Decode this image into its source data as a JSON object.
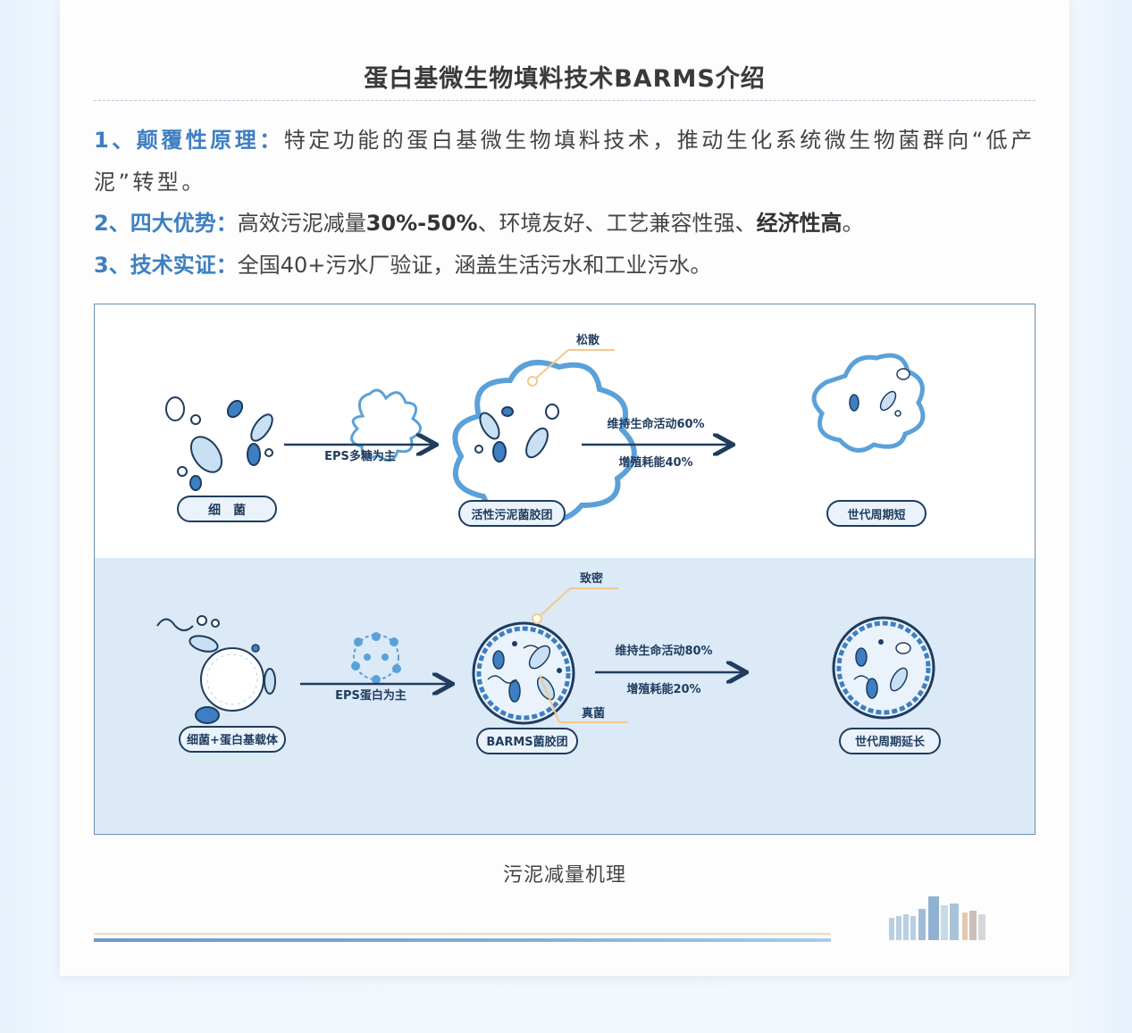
{
  "title": "蛋白基微生物填料技术BARMS介绍",
  "points": [
    {
      "lead": "1、颠覆性原理：",
      "text": "特定功能的蛋白基微生物填料技术，推动生化系统微生物菌群向“低产泥”转型。"
    },
    {
      "lead": "2、四大优势：",
      "text_a": "高效污泥减量",
      "em_a": "30%-50%",
      "text_b": "、环境友好、工艺兼容性强、",
      "em_b": "经济性高",
      "text_c": "。"
    },
    {
      "lead": "3、技术实证：",
      "text": "全国40+污水厂验证，涵盖生活污水和工业污水。"
    }
  ],
  "figure": {
    "top": {
      "bacteria_label": "细　菌",
      "eps_label": "EPS多糖为主",
      "floc_label": "活性污泥菌胶团",
      "loose_label": "松散",
      "maintain_label": "维持生命活动60%",
      "growth_label": "增殖耗能40%",
      "generation_label": "世代周期短"
    },
    "bottom": {
      "carrier_label": "细菌+蛋白基载体",
      "eps_label": "EPS蛋白为主",
      "floc_label": "BARMS菌胶团",
      "dense_label": "致密",
      "fungi_label": "真菌",
      "maintain_label": "维持生命活动80%",
      "growth_label": "增殖耗能20%",
      "generation_label": "世代周期延长"
    },
    "colors": {
      "panel_top": "#ffffff",
      "panel_bottom": "#dce9f7",
      "accent": "#3d7fc2",
      "dark": "#1f3c5e",
      "orange": "#f2c98a"
    }
  },
  "caption": "污泥减量机理"
}
